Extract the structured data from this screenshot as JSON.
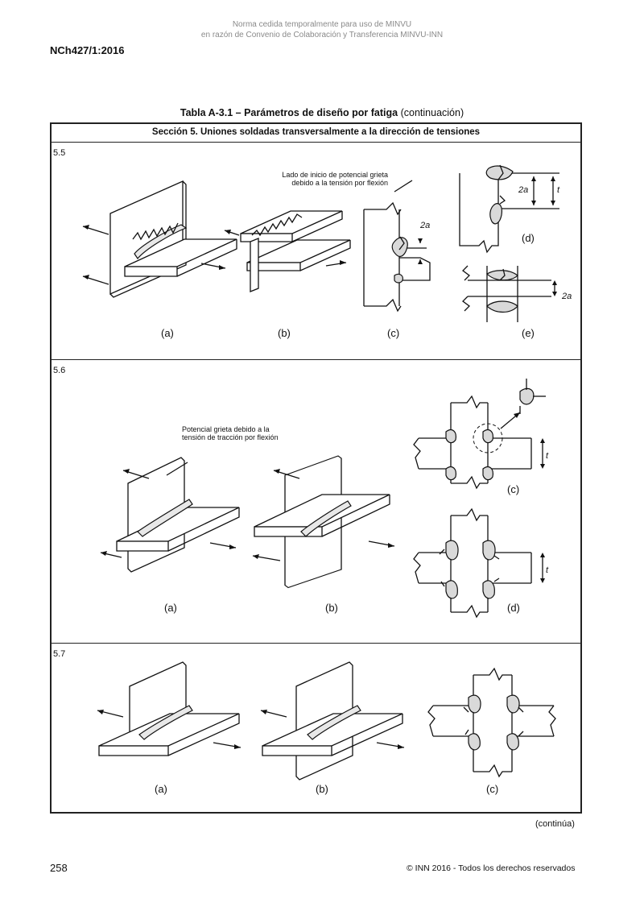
{
  "header": {
    "watermark_line1": "Norma cedida temporalmente para uso de MINVU",
    "watermark_line2": "en razón de Convenio de Colaboración y Transferencia MINVU-INN",
    "doc_code": "NCh427/1:2016"
  },
  "table": {
    "title_bold": "Tabla A-3.1 – Parámetros de diseño por fatiga",
    "title_normal": "(continuación)",
    "section_header": "Sección 5. Uniones soldadas transversalmente a la dirección de tensiones",
    "rows": [
      {
        "id": "5.5",
        "annotation": "Lado de inicio de potencial grieta debido a la tensión por flexión",
        "annotation_line1": "Lado de inicio de potencial grieta",
        "annotation_line2": "debido a la tensión por flexión",
        "dims": {
          "c": "2a",
          "d_left": "2a",
          "d_right": "t",
          "e": "2a"
        },
        "labels": [
          "(a)",
          "(b)",
          "(c)",
          "(d)",
          "(e)"
        ]
      },
      {
        "id": "5.6",
        "annotation_line1": "Potencial grieta debido a la",
        "annotation_line2": "tensión de tracción por flexión",
        "dims": {
          "c": "t",
          "d": "t"
        },
        "labels": [
          "(a)",
          "(b)",
          "(c)",
          "(d)"
        ]
      },
      {
        "id": "5.7",
        "labels": [
          "(a)",
          "(b)",
          "(c)"
        ]
      }
    ]
  },
  "footer": {
    "continues": "(continúa)",
    "page_number": "258",
    "copyright": "© INN 2016 - Todos los derechos reservados"
  }
}
